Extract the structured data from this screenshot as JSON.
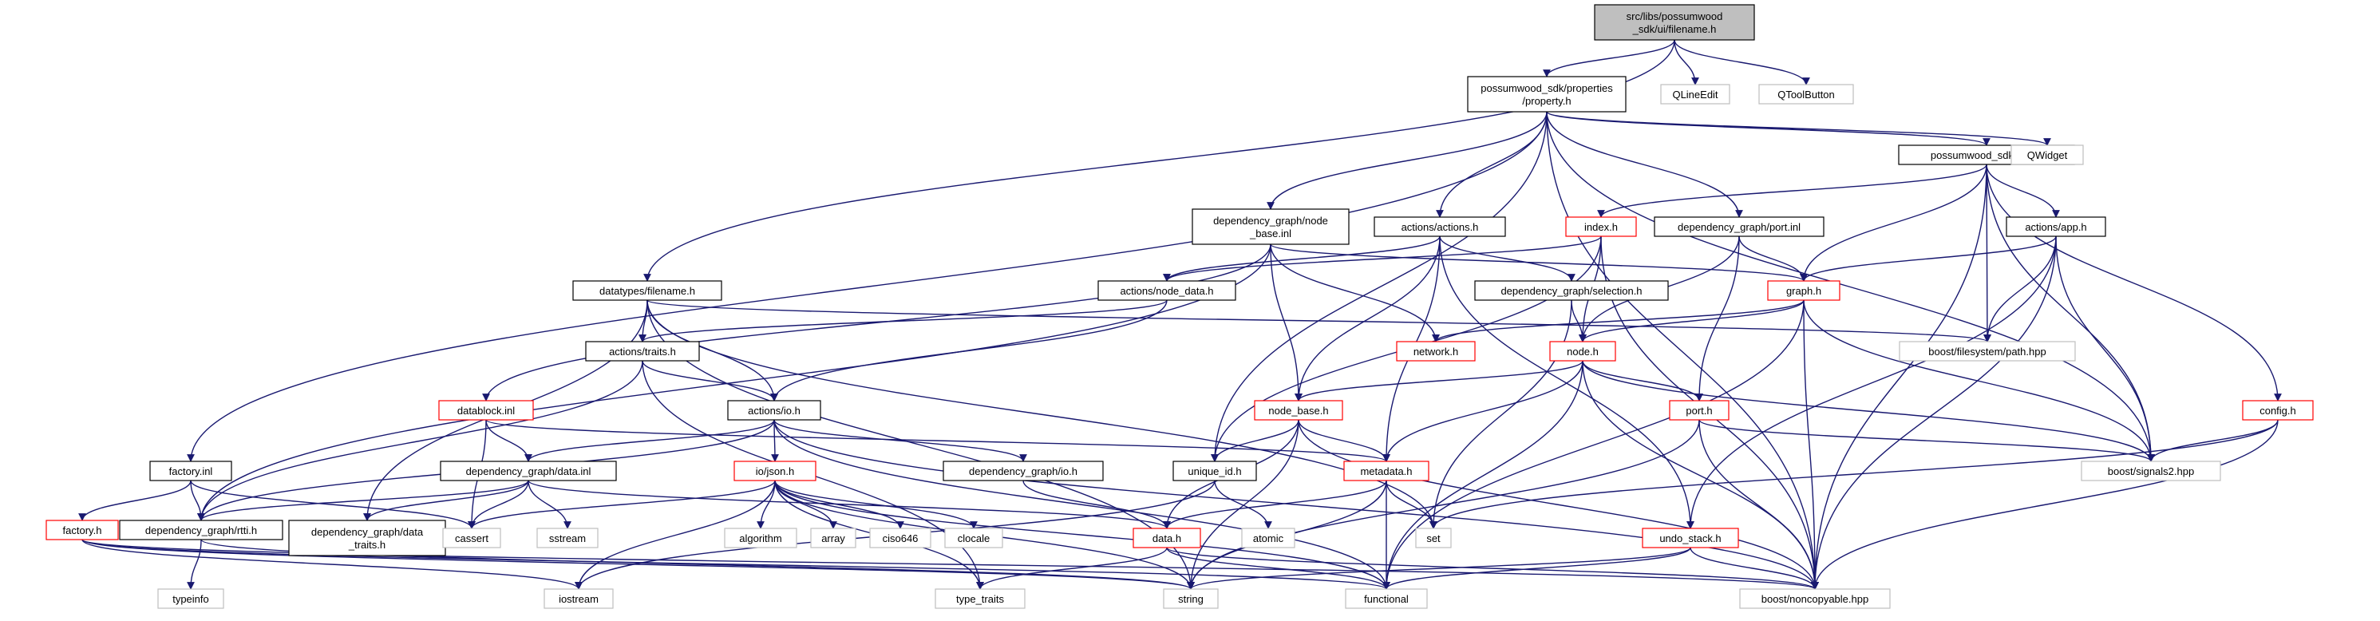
{
  "colors": {
    "edge": "#191970",
    "root_fill": "#bfbfbf",
    "root_stroke": "#000000",
    "normal_stroke": "#000000",
    "red_stroke": "#ff0000",
    "gray_stroke": "#bfbfbf",
    "node_fill": "#ffffff",
    "text": "#000000"
  },
  "nodes": [
    {
      "id": "root",
      "lines": [
        "src/libs/possumwood",
        "_sdk/ui/filename.h"
      ],
      "style": "root"
    },
    {
      "id": "property",
      "lines": [
        "possumwood_sdk/properties",
        "/property.h"
      ],
      "style": "normal"
    },
    {
      "id": "qlineedit",
      "lines": [
        "QLineEdit"
      ],
      "style": "gray"
    },
    {
      "id": "qtoolbutton",
      "lines": [
        "QToolButton"
      ],
      "style": "gray"
    },
    {
      "id": "app",
      "lines": [
        "possumwood_sdk/app.h"
      ],
      "style": "normal"
    },
    {
      "id": "qwidget",
      "lines": [
        "QWidget"
      ],
      "style": "gray"
    },
    {
      "id": "nodebase_inl",
      "lines": [
        "dependency_graph/node",
        "_base.inl"
      ],
      "style": "normal"
    },
    {
      "id": "actions_h",
      "lines": [
        "actions/actions.h"
      ],
      "style": "normal"
    },
    {
      "id": "index_h",
      "lines": [
        "index.h"
      ],
      "style": "red"
    },
    {
      "id": "port_inl",
      "lines": [
        "dependency_graph/port.inl"
      ],
      "style": "normal"
    },
    {
      "id": "actions_app",
      "lines": [
        "actions/app.h"
      ],
      "style": "normal"
    },
    {
      "id": "filename_h",
      "lines": [
        "datatypes/filename.h"
      ],
      "style": "normal"
    },
    {
      "id": "node_data",
      "lines": [
        "actions/node_data.h"
      ],
      "style": "normal"
    },
    {
      "id": "selection_h",
      "lines": [
        "dependency_graph/selection.h"
      ],
      "style": "normal"
    },
    {
      "id": "graph_h",
      "lines": [
        "graph.h"
      ],
      "style": "red"
    },
    {
      "id": "traits_h",
      "lines": [
        "actions/traits.h"
      ],
      "style": "normal"
    },
    {
      "id": "network_h",
      "lines": [
        "network.h"
      ],
      "style": "red"
    },
    {
      "id": "boost_path",
      "lines": [
        "boost/filesystem/path.hpp"
      ],
      "style": "gray"
    },
    {
      "id": "node_h",
      "lines": [
        "node.h"
      ],
      "style": "red"
    },
    {
      "id": "datablock",
      "lines": [
        "datablock.inl"
      ],
      "style": "red"
    },
    {
      "id": "io_h",
      "lines": [
        "actions/io.h"
      ],
      "style": "normal"
    },
    {
      "id": "node_base_h",
      "lines": [
        "node_base.h"
      ],
      "style": "red"
    },
    {
      "id": "port_h",
      "lines": [
        "port.h"
      ],
      "style": "red"
    },
    {
      "id": "config_h",
      "lines": [
        "config.h"
      ],
      "style": "red"
    },
    {
      "id": "factory_inl",
      "lines": [
        "factory.inl"
      ],
      "style": "normal"
    },
    {
      "id": "data_inl",
      "lines": [
        "dependency_graph/data.inl"
      ],
      "style": "normal"
    },
    {
      "id": "json_h",
      "lines": [
        "io/json.h"
      ],
      "style": "red"
    },
    {
      "id": "dg_io_h",
      "lines": [
        "dependency_graph/io.h"
      ],
      "style": "normal"
    },
    {
      "id": "unique_id",
      "lines": [
        "unique_id.h"
      ],
      "style": "normal"
    },
    {
      "id": "metadata_h",
      "lines": [
        "metadata.h"
      ],
      "style": "red"
    },
    {
      "id": "signals2",
      "lines": [
        "boost/signals2.hpp"
      ],
      "style": "gray"
    },
    {
      "id": "factory_h",
      "lines": [
        "factory.h"
      ],
      "style": "red"
    },
    {
      "id": "rtti_h",
      "lines": [
        "dependency_graph/rtti.h"
      ],
      "style": "normal"
    },
    {
      "id": "data_traits",
      "lines": [
        "dependency_graph/data",
        "_traits.h"
      ],
      "style": "normal"
    },
    {
      "id": "cassert",
      "lines": [
        "cassert"
      ],
      "style": "gray"
    },
    {
      "id": "sstream",
      "lines": [
        "sstream"
      ],
      "style": "gray"
    },
    {
      "id": "algorithm",
      "lines": [
        "algorithm"
      ],
      "style": "gray"
    },
    {
      "id": "array",
      "lines": [
        "array"
      ],
      "style": "gray"
    },
    {
      "id": "ciso646",
      "lines": [
        "ciso646"
      ],
      "style": "gray"
    },
    {
      "id": "clocale",
      "lines": [
        "clocale"
      ],
      "style": "gray"
    },
    {
      "id": "data_h",
      "lines": [
        "data.h"
      ],
      "style": "red"
    },
    {
      "id": "atomic",
      "lines": [
        "atomic"
      ],
      "style": "gray"
    },
    {
      "id": "set",
      "lines": [
        "set"
      ],
      "style": "gray"
    },
    {
      "id": "undo_stack",
      "lines": [
        "undo_stack.h"
      ],
      "style": "red"
    },
    {
      "id": "typeinfo",
      "lines": [
        "typeinfo"
      ],
      "style": "gray"
    },
    {
      "id": "iostream",
      "lines": [
        "iostream"
      ],
      "style": "gray"
    },
    {
      "id": "string",
      "lines": [
        "string"
      ],
      "style": "gray"
    },
    {
      "id": "type_traits",
      "lines": [
        "type_traits"
      ],
      "style": "gray"
    },
    {
      "id": "functional",
      "lines": [
        "functional"
      ],
      "style": "gray"
    },
    {
      "id": "noncopyable",
      "lines": [
        "boost/noncopyable.hpp"
      ],
      "style": "gray"
    }
  ],
  "edges": [
    [
      "root",
      "property"
    ],
    [
      "root",
      "qlineedit"
    ],
    [
      "root",
      "qtoolbutton"
    ],
    [
      "root",
      "filename_h"
    ],
    [
      "property",
      "app"
    ],
    [
      "property",
      "nodebase_inl"
    ],
    [
      "property",
      "actions_h"
    ],
    [
      "property",
      "port_inl"
    ],
    [
      "property",
      "factory_inl"
    ],
    [
      "property",
      "unique_id"
    ],
    [
      "property",
      "signals2"
    ],
    [
      "property",
      "noncopyable"
    ],
    [
      "property",
      "qwidget"
    ],
    [
      "app",
      "index_h"
    ],
    [
      "app",
      "actions_app"
    ],
    [
      "app",
      "graph_h"
    ],
    [
      "app",
      "boost_path"
    ],
    [
      "app",
      "signals2"
    ],
    [
      "app",
      "config_h"
    ],
    [
      "app",
      "noncopyable"
    ],
    [
      "actions_app",
      "graph_h"
    ],
    [
      "actions_app",
      "boost_path"
    ],
    [
      "actions_app",
      "signals2"
    ],
    [
      "actions_app",
      "undo_stack"
    ],
    [
      "actions_app",
      "noncopyable"
    ],
    [
      "nodebase_inl",
      "node_base_h"
    ],
    [
      "nodebase_inl",
      "graph_h"
    ],
    [
      "nodebase_inl",
      "network_h"
    ],
    [
      "nodebase_inl",
      "datablock"
    ],
    [
      "nodebase_inl",
      "rtti_h"
    ],
    [
      "actions_h",
      "node_data"
    ],
    [
      "actions_h",
      "selection_h"
    ],
    [
      "actions_h",
      "node_base_h"
    ],
    [
      "actions_h",
      "metadata_h"
    ],
    [
      "actions_h",
      "undo_stack"
    ],
    [
      "index_h",
      "node_data"
    ],
    [
      "index_h",
      "node_h"
    ],
    [
      "index_h",
      "unique_id"
    ],
    [
      "index_h",
      "noncopyable"
    ],
    [
      "port_inl",
      "graph_h"
    ],
    [
      "port_inl",
      "node_h"
    ],
    [
      "port_inl",
      "port_h"
    ],
    [
      "filename_h",
      "traits_h"
    ],
    [
      "filename_h",
      "io_h"
    ],
    [
      "filename_h",
      "boost_path"
    ],
    [
      "filename_h",
      "data_traits"
    ],
    [
      "filename_h",
      "string"
    ],
    [
      "filename_h",
      "set"
    ],
    [
      "node_data",
      "traits_h"
    ],
    [
      "node_data",
      "io_h"
    ],
    [
      "selection_h",
      "node_h"
    ],
    [
      "selection_h",
      "set"
    ],
    [
      "graph_h",
      "network_h"
    ],
    [
      "graph_h",
      "node_h"
    ],
    [
      "graph_h",
      "signals2"
    ],
    [
      "graph_h",
      "functional"
    ],
    [
      "graph_h",
      "noncopyable"
    ],
    [
      "traits_h",
      "io_h"
    ],
    [
      "traits_h",
      "rtti_h"
    ],
    [
      "traits_h",
      "type_traits"
    ],
    [
      "node_h",
      "node_base_h"
    ],
    [
      "node_h",
      "port_h"
    ],
    [
      "node_h",
      "metadata_h"
    ],
    [
      "node_h",
      "signals2"
    ],
    [
      "node_h",
      "functional"
    ],
    [
      "node_h",
      "noncopyable"
    ],
    [
      "datablock",
      "data_inl"
    ],
    [
      "datablock",
      "cassert"
    ],
    [
      "datablock",
      "metadata_h"
    ],
    [
      "io_h",
      "json_h"
    ],
    [
      "io_h",
      "dg_io_h"
    ],
    [
      "io_h",
      "data_inl"
    ],
    [
      "io_h",
      "rtti_h"
    ],
    [
      "io_h",
      "functional"
    ],
    [
      "io_h",
      "noncopyable"
    ],
    [
      "node_base_h",
      "unique_id"
    ],
    [
      "node_base_h",
      "metadata_h"
    ],
    [
      "node_base_h",
      "data_h"
    ],
    [
      "node_base_h",
      "string"
    ],
    [
      "node_base_h",
      "noncopyable"
    ],
    [
      "port_h",
      "signals2"
    ],
    [
      "port_h",
      "string"
    ],
    [
      "port_h",
      "noncopyable"
    ],
    [
      "config_h",
      "signals2"
    ],
    [
      "config_h",
      "set"
    ],
    [
      "config_h",
      "noncopyable"
    ],
    [
      "factory_inl",
      "factory_h"
    ],
    [
      "factory_inl",
      "rtti_h"
    ],
    [
      "factory_inl",
      "cassert"
    ],
    [
      "data_inl",
      "rtti_h"
    ],
    [
      "data_inl",
      "data_traits"
    ],
    [
      "data_inl",
      "cassert"
    ],
    [
      "data_inl",
      "sstream"
    ],
    [
      "data_inl",
      "data_h"
    ],
    [
      "json_h",
      "cassert"
    ],
    [
      "json_h",
      "algorithm"
    ],
    [
      "json_h",
      "array"
    ],
    [
      "json_h",
      "ciso646"
    ],
    [
      "json_h",
      "clocale"
    ],
    [
      "json_h",
      "iostream"
    ],
    [
      "json_h",
      "string"
    ],
    [
      "json_h",
      "type_traits"
    ],
    [
      "json_h",
      "functional"
    ],
    [
      "dg_io_h",
      "data_h"
    ],
    [
      "unique_id",
      "atomic"
    ],
    [
      "unique_id",
      "iostream"
    ],
    [
      "metadata_h",
      "data_h"
    ],
    [
      "metadata_h",
      "set"
    ],
    [
      "metadata_h",
      "string"
    ],
    [
      "metadata_h",
      "functional"
    ],
    [
      "factory_h",
      "string"
    ],
    [
      "factory_h",
      "iostream"
    ],
    [
      "factory_h",
      "functional"
    ],
    [
      "factory_h",
      "noncopyable"
    ],
    [
      "rtti_h",
      "typeinfo"
    ],
    [
      "rtti_h",
      "string"
    ],
    [
      "data_h",
      "type_traits"
    ],
    [
      "data_h",
      "functional"
    ],
    [
      "data_h",
      "noncopyable"
    ],
    [
      "undo_stack",
      "string"
    ],
    [
      "undo_stack",
      "functional"
    ],
    [
      "undo_stack",
      "noncopyable"
    ]
  ]
}
